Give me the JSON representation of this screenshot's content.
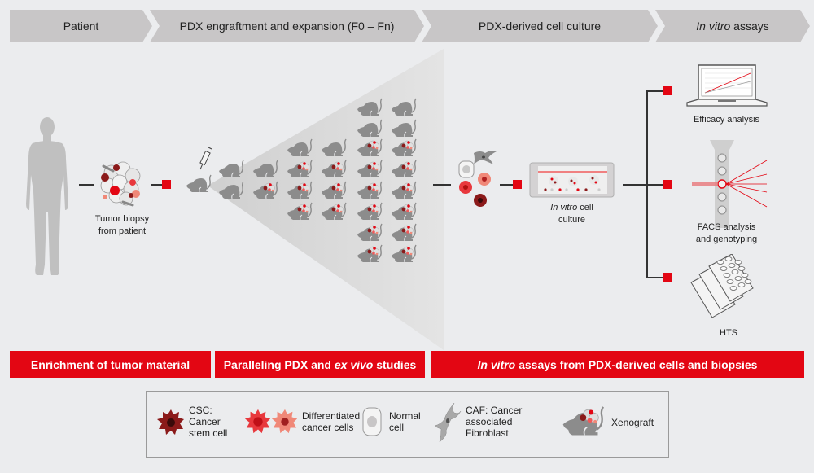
{
  "header": {
    "stages": [
      {
        "label": "Patient"
      },
      {
        "label": "PDX engraftment and expansion (F0 – Fn)"
      },
      {
        "label": "PDX-derived cell culture"
      },
      {
        "label_italic": "In vitro",
        "label_rest": " assays"
      }
    ]
  },
  "diagram": {
    "tumor_biopsy_label_line1": "Tumor biopsy",
    "tumor_biopsy_label_line2": "from patient",
    "cell_culture_label_italic": "In vitro",
    "cell_culture_label_rest": " cell",
    "cell_culture_label_line2": "culture",
    "assays": [
      {
        "label_line1": "Efficacy analysis",
        "label_line2": ""
      },
      {
        "label_line1": "FACS analysis",
        "label_line2": "and genotyping"
      },
      {
        "label_line1": "HTS",
        "label_line2": ""
      }
    ],
    "pdx_expansion": {
      "generations": [
        {
          "plain": 1,
          "xenograft": 0
        },
        {
          "plain": 3,
          "xenograft": 1
        },
        {
          "plain": 2,
          "xenograft": 6
        },
        {
          "plain": 4,
          "xenograft": 12
        }
      ]
    }
  },
  "banners": [
    {
      "label": "Enrichment of tumor material"
    },
    {
      "label_pre": "Paralleling PDX and ",
      "label_italic_a": "ex",
      "label_mid": " ",
      "label_italic_b": "vivo",
      "label_post": " studies"
    },
    {
      "label_italic": "In vitro",
      "label_rest": " assays from PDX-derived cells and biopsies"
    }
  ],
  "legend": {
    "items": [
      {
        "icon": "csc-cell-icon",
        "line1": "CSC:",
        "line2": "Cancer",
        "line3": "stem cell"
      },
      {
        "icon": "differentiated-cancer-cell-icon",
        "line1": "Differentiated",
        "line2": "cancer cells"
      },
      {
        "icon": "normal-cell-icon",
        "line1": "Normal",
        "line2": "cell"
      },
      {
        "icon": "fibroblast-icon",
        "line1": "CAF: Cancer",
        "line2": "associated",
        "line3": "Fibroblast"
      },
      {
        "icon": "xenograft-mouse-icon",
        "line1": "Xenograft"
      }
    ]
  },
  "colors": {
    "accent_red": "#e30613",
    "csc_dark_red": "#8b1a1a",
    "cancer_red": "#e8383d",
    "cancer_light": "#f08878",
    "header_gray": "#c8c6c7",
    "silhouette_gray": "#8c8c8c",
    "background": "#ebecee"
  }
}
